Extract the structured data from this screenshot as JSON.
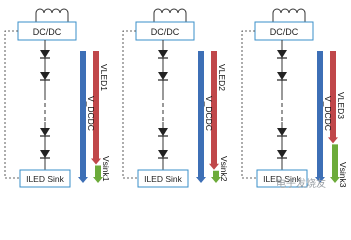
{
  "colors": {
    "box_border": "#3a8fc9",
    "wire": "#333333",
    "diode": "#222222",
    "arrow_blue": "#3d6fb6",
    "arrow_red": "#c0474a",
    "arrow_green": "#6cab3a"
  },
  "watermark": "电子发烧友",
  "channels": [
    {
      "converter_label": "DC/DC",
      "sink_label": "ILED Sink",
      "vdcdc_label": "V_DCDC",
      "vled_label": "VLED1",
      "vsink_label": "Vsink1",
      "inductor_icon": "inductor-icon",
      "diode_icon": "led-diode-icon",
      "vdcdc_level": 1.0,
      "vled_level": 0.86,
      "vsink_level": 0.14
    },
    {
      "converter_label": "DC/DC",
      "sink_label": "ILED Sink",
      "vdcdc_label": "V_DCDC",
      "vled_label": "VLED2",
      "vsink_label": "Vsink2",
      "inductor_icon": "inductor-icon",
      "diode_icon": "led-diode-icon",
      "vdcdc_level": 1.0,
      "vled_level": 0.9,
      "vsink_level": 0.1
    },
    {
      "converter_label": "DC/DC",
      "sink_label": "ILED Sink",
      "vdcdc_label": "V_DCDC",
      "vled_label": "VLED3",
      "vsink_label": "Vsink3",
      "inductor_icon": "inductor-icon",
      "diode_icon": "led-diode-icon",
      "vdcdc_level": 1.0,
      "vled_level": 0.7,
      "vsink_level": 0.3
    }
  ]
}
